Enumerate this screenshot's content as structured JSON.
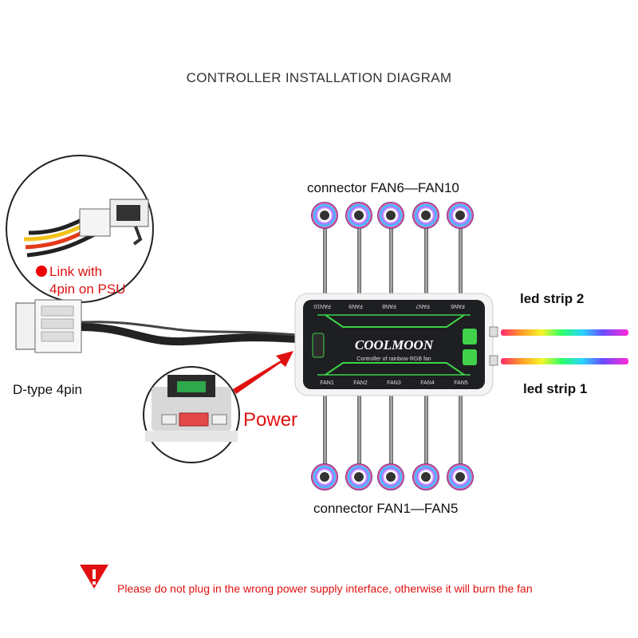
{
  "title": "CONTROLLER INSTALLATION DIAGRAM",
  "psu_callout": {
    "line1": "Link with",
    "line2": "4pin on PSU"
  },
  "dtype_label": "D-type 4pin",
  "power_label": "Power",
  "top_fans_label": "connector  FAN6—FAN10",
  "bottom_fans_label": "connector  FAN1—FAN5",
  "led_strip_2": "led strip 2",
  "led_strip_1": "led strip 1",
  "controller": {
    "brand": "COOLMOON",
    "subtitle": "Controller of rainbow RGB fan",
    "top_ports": [
      "FAN10",
      "FAN9",
      "FAN8",
      "FAN7",
      "FAN6"
    ],
    "bottom_ports": [
      "FAN1",
      "FAN2",
      "FAN3",
      "FAN4",
      "FAN5"
    ]
  },
  "warning": "Please do not plug in the wrong power supply interface, otherwise it will burn the fan",
  "colors": {
    "warning_red": "#e01010",
    "psu_red": "#d11111",
    "controller_green": "#3fd24a",
    "controller_body": "#1e1f22"
  }
}
